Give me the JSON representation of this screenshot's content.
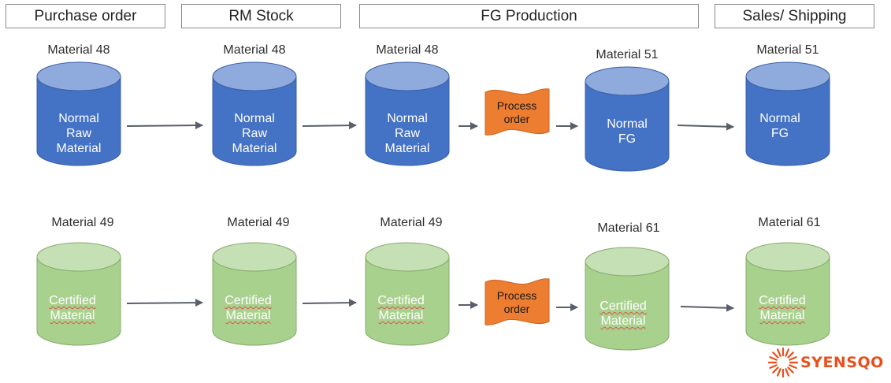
{
  "headers": {
    "purchase_order": "Purchase order",
    "rm_stock": "RM Stock",
    "fg_production": "FG Production",
    "sales_shipping": "Sales/ Shipping"
  },
  "normal_row": {
    "po_material": "Material 48",
    "po_body": "Normal\nRaw\nMaterial",
    "rm_material": "Material 48",
    "rm_body": "Normal\nRaw\nMaterial",
    "fg_in_material": "Material 48",
    "fg_in_body": "Normal\nRaw\nMaterial",
    "process_order": "Process\norder",
    "fg_out_material": "Material 51",
    "fg_out_body": "Normal\nFG",
    "sales_material": "Material 51",
    "sales_body": "Normal\nFG"
  },
  "certified_row": {
    "po_material": "Material 49",
    "po_body": "Certified\nMaterial",
    "rm_material": "Material 49",
    "rm_body": "Certified\nMaterial",
    "fg_in_material": "Material 49",
    "fg_in_body": "Certified\nMaterial",
    "process_order": "Process\norder",
    "fg_out_material": "Material 61",
    "fg_out_body": "Certified\nMaterial",
    "sales_material": "Material 61",
    "sales_body": "Certified\nMaterial"
  },
  "logo": {
    "text": "SYENSQO"
  },
  "colors": {
    "blue_body": "#4472c4",
    "blue_top": "#8faadc",
    "green_body": "#a9d18e",
    "green_top": "#c5e0b4",
    "process_order": "#ed7d31",
    "arrow": "#595e6b",
    "logo": "#e94e1b"
  }
}
